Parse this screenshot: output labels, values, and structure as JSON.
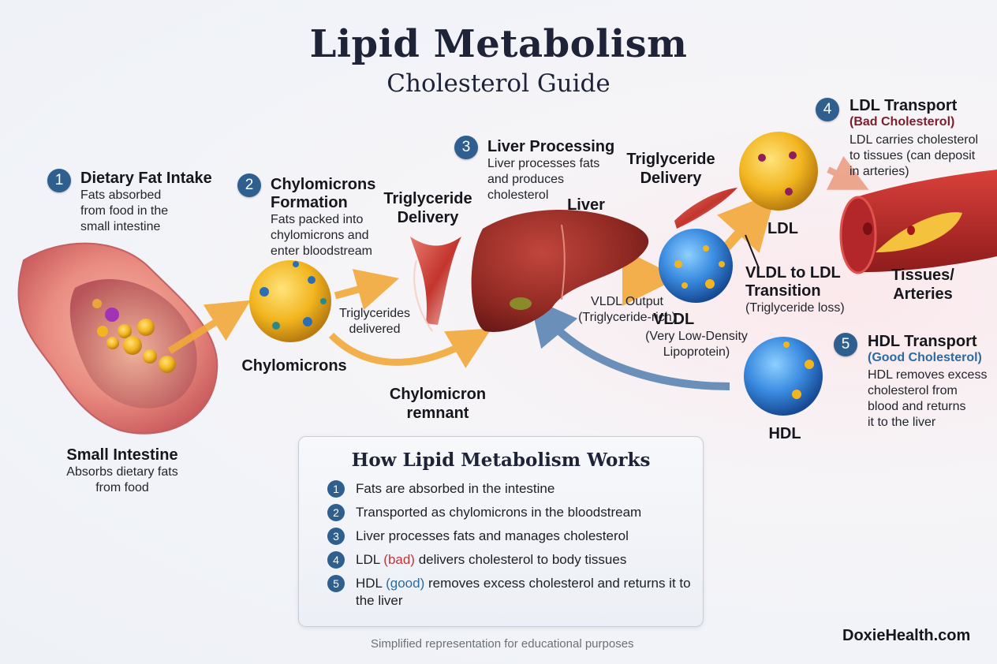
{
  "header": {
    "title": "Lipid Metabolism",
    "subtitle": "Cholesterol Guide"
  },
  "steps": [
    {
      "number": "1",
      "title": "Dietary Fat Intake",
      "description_lines": [
        "Fats absorbed",
        "from food in the",
        "small intestine"
      ]
    },
    {
      "number": "2",
      "title_lines": [
        "Chylomicrons",
        "Formation"
      ],
      "description_lines": [
        "Fats packed into",
        "chylomicrons and",
        "enter bloodstream"
      ]
    },
    {
      "number": "3",
      "title": "Liver Processing",
      "description_lines": [
        "Liver processes fats",
        "and produces",
        "cholesterol"
      ]
    },
    {
      "number": "4",
      "title": "LDL Transport",
      "qualifier": "(Bad Cholesterol)",
      "description_lines": [
        "LDL carries cholesterol",
        "to tissues (can deposit",
        "in arteries)"
      ]
    },
    {
      "number": "5",
      "title": "HDL Transport",
      "qualifier": "(Good Cholesterol)",
      "description_lines": [
        "HDL removes excess",
        "cholesterol from",
        "blood and returns",
        "it to the liver"
      ]
    }
  ],
  "labels": {
    "small_intestine": {
      "title": "Small Intestine",
      "lines": [
        "Absorbs dietary fats",
        "from food"
      ]
    },
    "chylomicrons": "Chylomicrons",
    "triglycerides_delivered": [
      "Triglycerides",
      "delivered"
    ],
    "triglyceride_delivery_left": [
      "Triglyceride",
      "Delivery"
    ],
    "triglyceride_delivery_right": [
      "Triglyceride",
      "Delivery"
    ],
    "chylomicron_remnant": [
      "Chylomicron",
      "remnant"
    ],
    "liver": "Liver",
    "vldl_output": [
      "VLDL Output",
      "(Triglyceride-rich)"
    ],
    "vldl": {
      "title": "VLDL",
      "lines": [
        "(Very Low-Density",
        "Lipoprotein)"
      ]
    },
    "ldl": "LDL",
    "vldl_to_ldl": {
      "title_lines": [
        "VLDL to LDL",
        "Transition"
      ],
      "note": "(Triglyceride loss)"
    },
    "tissues": [
      "Tissues/",
      "Arteries"
    ],
    "hdl": "HDL"
  },
  "summary": {
    "title": "How Lipid Metabolism Works",
    "items": [
      {
        "number": "1",
        "parts": [
          {
            "text": "Fats are absorbed in the intestine",
            "tone": ""
          }
        ]
      },
      {
        "number": "2",
        "parts": [
          {
            "text": "Transported as chylomicrons in the bloodstream",
            "tone": ""
          }
        ]
      },
      {
        "number": "3",
        "parts": [
          {
            "text": "Liver processes fats and manages cholesterol",
            "tone": ""
          }
        ]
      },
      {
        "number": "4",
        "parts": [
          {
            "text": "LDL ",
            "tone": ""
          },
          {
            "text": "(bad)",
            "tone": "bad"
          },
          {
            "text": " delivers cholesterol to body tissues",
            "tone": ""
          }
        ]
      },
      {
        "number": "5",
        "parts": [
          {
            "text": "HDL ",
            "tone": ""
          },
          {
            "text": "(good)",
            "tone": "good"
          },
          {
            "text": " removes excess cholesterol and returns it to the liver",
            "tone": ""
          }
        ]
      }
    ]
  },
  "footer": {
    "note": "Simplified representation for educational purposes",
    "brand": "DoxieHealth.com"
  },
  "colors": {
    "badge": "#2f5f8f",
    "bad": "#7c1d2c",
    "good": "#2e6aa0",
    "arrow_orange": "#f2a93b",
    "arrow_blue": "#5b86b4"
  }
}
